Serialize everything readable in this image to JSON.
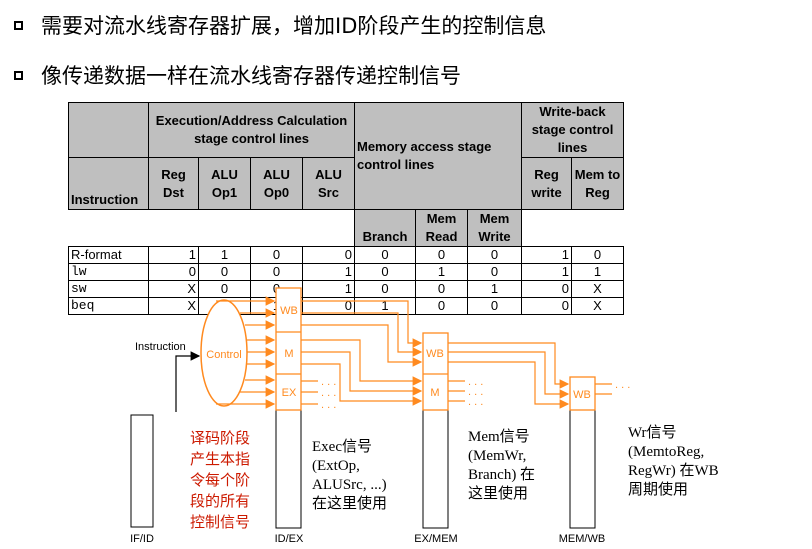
{
  "bullets": [
    "需要对流水线寄存器扩展，增加ID阶段产生的控制信息",
    "像传递数据一样在流水线寄存器传递控制信号"
  ],
  "table": {
    "group_headers": {
      "exec": "Execution/Address Calculation stage control  lines",
      "mem": "Memory access stage control lines",
      "wb": "Write-back stage control lines"
    },
    "col_instruction": "Instruction",
    "cols": [
      "Reg Dst",
      "ALU Op1",
      "ALU Op0",
      "ALU Src",
      "Branch",
      "Mem Read",
      "Mem Write",
      "Reg write",
      "Mem to Reg"
    ],
    "rows": [
      {
        "name": "R-format",
        "vals": [
          "1",
          "1",
          "0",
          "0",
          "0",
          "0",
          "0",
          "1",
          "0"
        ]
      },
      {
        "name": "lw",
        "vals": [
          "0",
          "0",
          "0",
          "1",
          "0",
          "1",
          "0",
          "1",
          "1"
        ]
      },
      {
        "name": "sw",
        "vals": [
          "X",
          "0",
          "0",
          "1",
          "0",
          "0",
          "1",
          "0",
          "X"
        ]
      },
      {
        "name": "beq",
        "vals": [
          "X",
          "0",
          "1",
          "0",
          "1",
          "0",
          "0",
          "0",
          "X"
        ]
      }
    ]
  },
  "diagram": {
    "instruction_label": "Instruction",
    "control_label": "Control",
    "wb_label": "WB",
    "m_label": "M",
    "ex_label": "EX",
    "dots": ". . .",
    "regs": [
      "IF/ID",
      "ID/EX",
      "EX/MEM",
      "MEM/WB"
    ],
    "red_note": "译码阶段\n产生本指\n令每个阶\n段的所有\n控制信号",
    "exec_note": "Exec信号\n(ExtOp,\nALUSrc, ...)\n在这里使用",
    "mem_note": "Mem信号\n(MemWr,\nBranch) 在\n这里使用",
    "wr_note": "Wr信号\n(MemtoReg,\nRegWr) 在WB\n周期使用"
  },
  "colors": {
    "accent": "#ff8a1f",
    "table_header": "#bfbfbf",
    "note_red": "#cc1a00"
  }
}
